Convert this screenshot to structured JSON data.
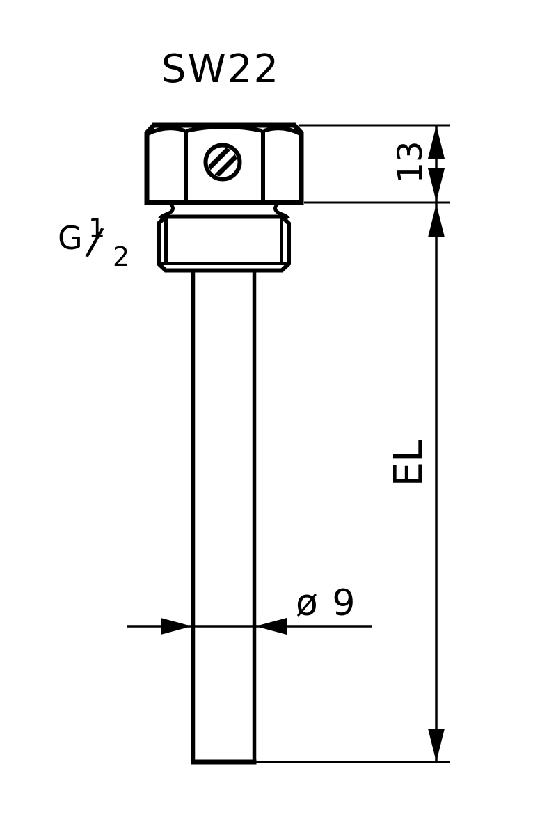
{
  "drawing": {
    "type": "technical-dimension-drawing",
    "subject": "thermowell with hex head, threaded connection and immersion tube",
    "labels": {
      "wrench_size": "SW22",
      "thread_prefix": "G",
      "thread_numerator": "1",
      "thread_slash": "/",
      "thread_denominator": "2",
      "hex_height": "13",
      "immersion_length": "EL",
      "stem_diameter": "ø 9"
    }
  },
  "colors": {
    "stroke": "#000000",
    "background": "#ffffff"
  }
}
